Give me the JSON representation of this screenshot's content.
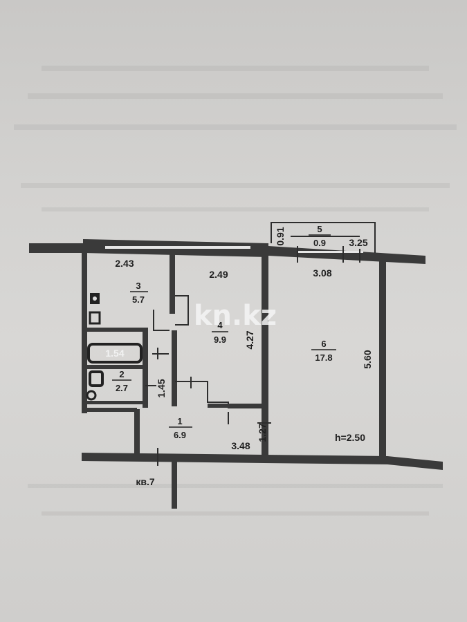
{
  "watermark": "kn.kz",
  "rooms": [
    {
      "id": "1",
      "number": "1",
      "area": "6.9"
    },
    {
      "id": "2",
      "number": "2",
      "area": "2.7"
    },
    {
      "id": "3",
      "number": "3",
      "area": "5.7"
    },
    {
      "id": "4",
      "number": "4",
      "area": "9.9"
    },
    {
      "id": "5",
      "number": "5",
      "area": "0.9"
    },
    {
      "id": "6",
      "number": "6",
      "area": "17.8"
    }
  ],
  "dimensions": {
    "kitchen_width": "2.43",
    "room4_width": "2.49",
    "room4_depth": "4.27",
    "balcony_depth": "0.91",
    "balcony_width": "3.25",
    "room6_width": "3.08",
    "room6_depth": "5.60",
    "bath_length": "1.54",
    "hall_depth": "1.45",
    "hall_width": "3.48",
    "hall_side": "1.27"
  },
  "ceiling_height": "h=2.50",
  "apartment_ref": "кв.7"
}
